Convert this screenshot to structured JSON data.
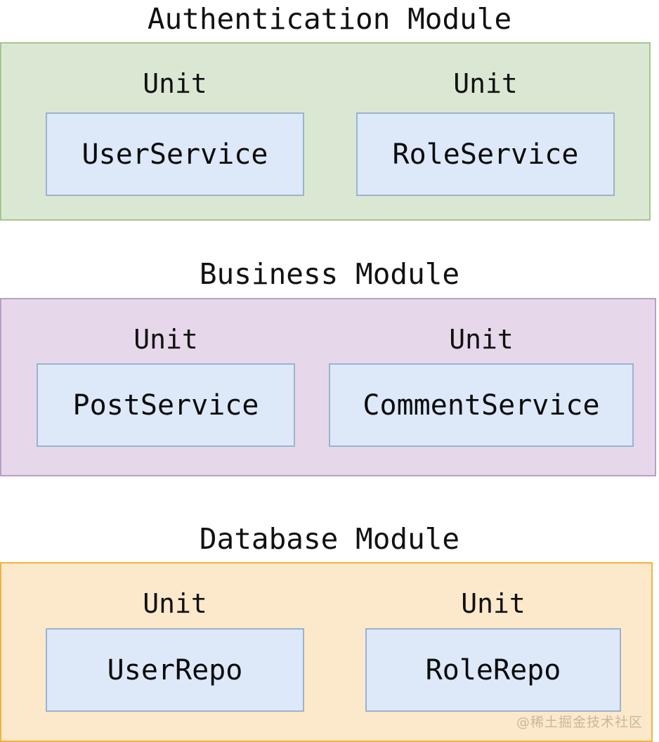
{
  "diagram": {
    "type": "module-architecture",
    "unit_label": "Unit",
    "colors": {
      "module_auth_fill": "#dae8d3",
      "module_auth_border": "#a5c78f",
      "module_business_fill": "#e6d8ea",
      "module_business_border": "#b99fc4",
      "module_database_fill": "#fce8cb",
      "module_database_border": "#f0b43c",
      "unit_fill": "#dde8f9",
      "unit_border": "#9cb3d0",
      "text": "#111111",
      "background": "#ffffff"
    },
    "modules": [
      {
        "id": "auth",
        "title": "Authentication Module",
        "units": [
          {
            "label": "Unit",
            "name": "UserService"
          },
          {
            "label": "Unit",
            "name": "RoleService"
          }
        ]
      },
      {
        "id": "business",
        "title": "Business Module",
        "units": [
          {
            "label": "Unit",
            "name": "PostService"
          },
          {
            "label": "Unit",
            "name": "CommentService"
          }
        ]
      },
      {
        "id": "database",
        "title": "Database Module",
        "units": [
          {
            "label": "Unit",
            "name": "UserRepo"
          },
          {
            "label": "Unit",
            "name": "RoleRepo"
          }
        ]
      }
    ]
  },
  "watermark": {
    "text": "@稀土掘金技术社区"
  }
}
